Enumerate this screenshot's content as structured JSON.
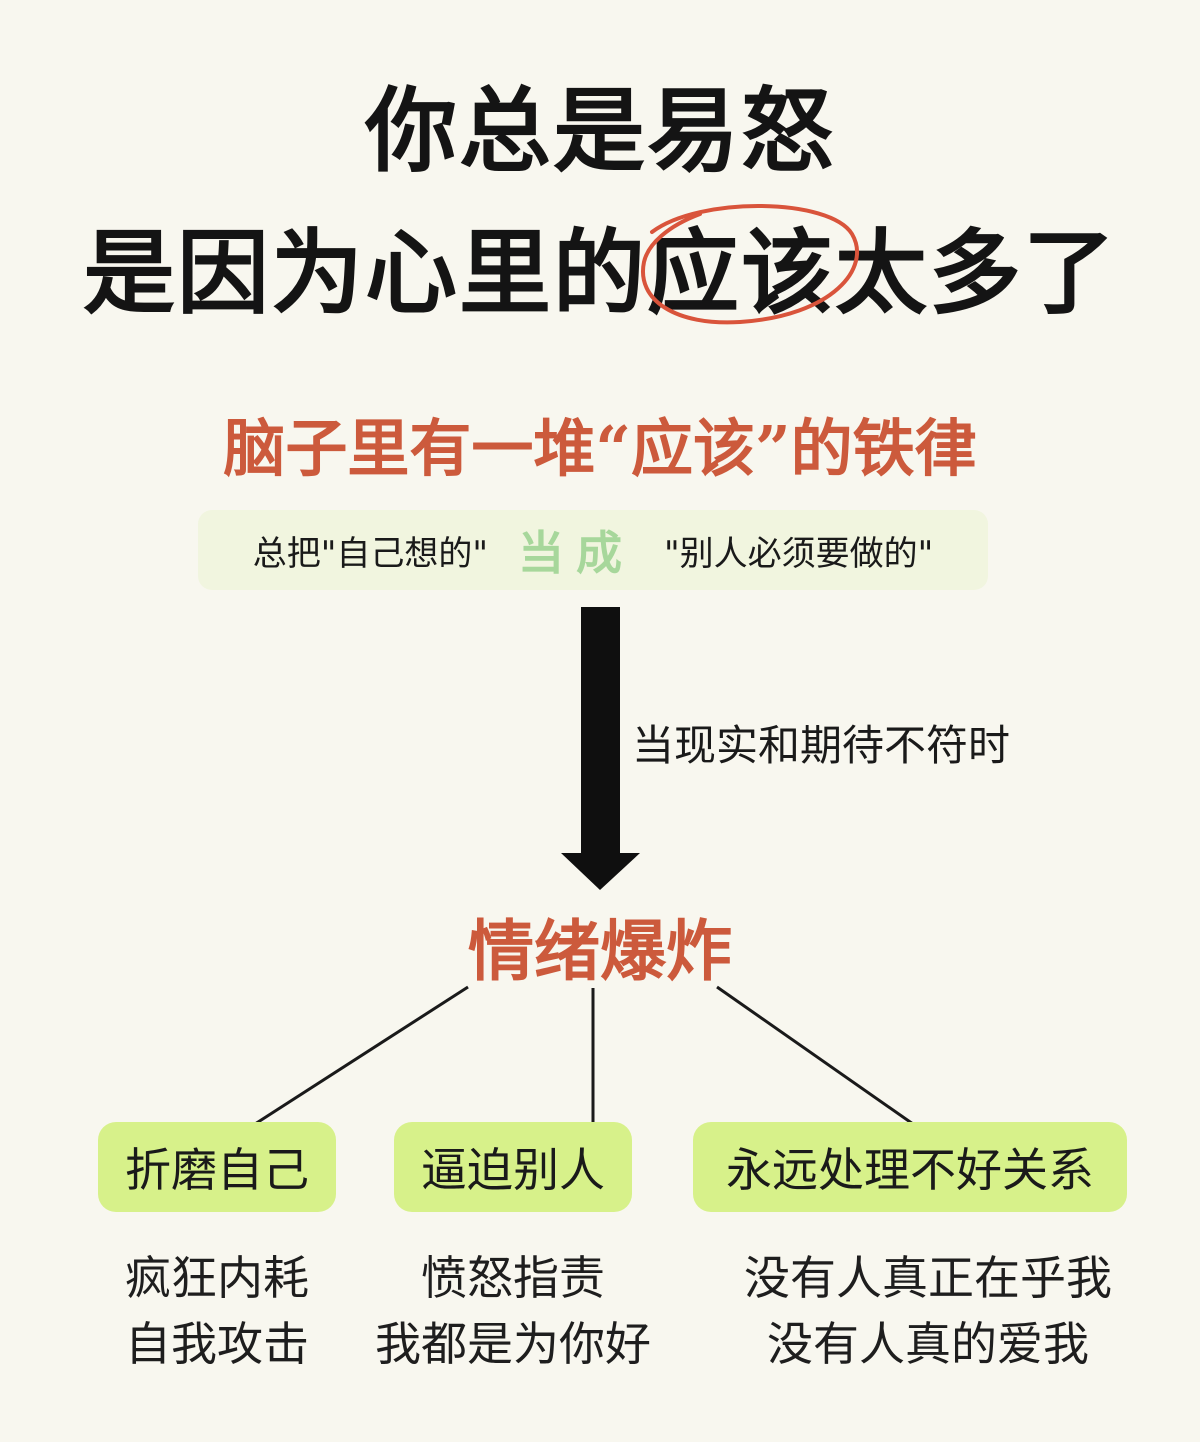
{
  "title": {
    "line1": "你总是易怒",
    "line2": "是因为心里的应该太多了",
    "highlight": "应该"
  },
  "subtitle": "脑子里有一堆“应该”的铁律",
  "concept": {
    "left": "总把\"自己想的\"",
    "middle": "当成",
    "right": "\"别人必须要做的\""
  },
  "condition": "当现实和期待不符时",
  "center": "情绪爆炸",
  "branches": [
    {
      "label": "折磨自己",
      "details": [
        "疯狂内耗",
        "自我攻击"
      ]
    },
    {
      "label": "逼迫别人",
      "details": [
        "愤怒指责",
        "我都是为你好"
      ]
    },
    {
      "label": "永远处理不好关系",
      "details": [
        "没有人真正在乎我",
        "没有人真的爱我"
      ]
    }
  ],
  "colors": {
    "accent_red": "#cc5a3c",
    "box_green": "#d7f18a",
    "soft_green": "#a7d79b",
    "background": "#f8f7ef"
  }
}
